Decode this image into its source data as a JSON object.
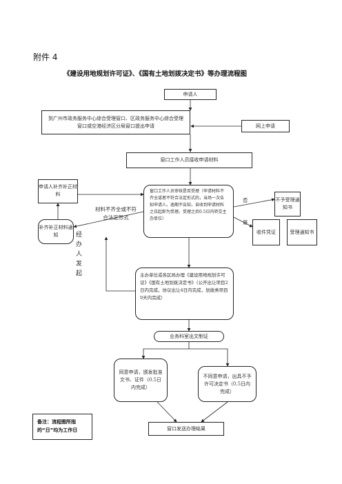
{
  "attachment_label": "附件 4",
  "title": "《建设用地规划许可证》、《国有土地划拨决定书》等办理流程图",
  "nodes": {
    "applicant": "申请人",
    "submit_window": "到广州市政务服务中心综合受理窗口、区政务服务中心综合受理窗口或空港经济区分局窗口提出申请",
    "online": "网上申请",
    "window_receive": "窗口工作人员接收申请材料",
    "review": "窗口工作人员审核是否受理（申请材料不齐全或者不符合法定形式的，当场一次告知申请人。逾期不告知，自收到申请材料之日起即为受理。受理之后0.5日内转交主办单位）",
    "reject": "不予受理通知书",
    "receipt": "收件凭证",
    "accept_notice": "受理通知书",
    "supplement_materials": "申请人补齐补正材料",
    "supplement_notice": "补齐补正材料通知",
    "handling_unit": "主办单位或各区局办理《建设用地规划许可证》《国有土地划拨决定书》（公开出让项目2日内完成，协议出让4日内完成，划拨类项目9天内完成）",
    "document_issue": "业务科室出文制证",
    "approve": "同意申请，颁发批准文书、证件（0.5日内完成）",
    "disapprove": "不同意申请，出具不予许可决定书（0.5日内完成）",
    "result_delivery": "窗口发送办理结果"
  },
  "edge_labels": {
    "incomplete": "材料不齐全或不符合法定形式",
    "no": "否",
    "yes": "是",
    "after_review": "经办人发起"
  },
  "note": "备注：流程图所指的“日”均为工作日"
}
